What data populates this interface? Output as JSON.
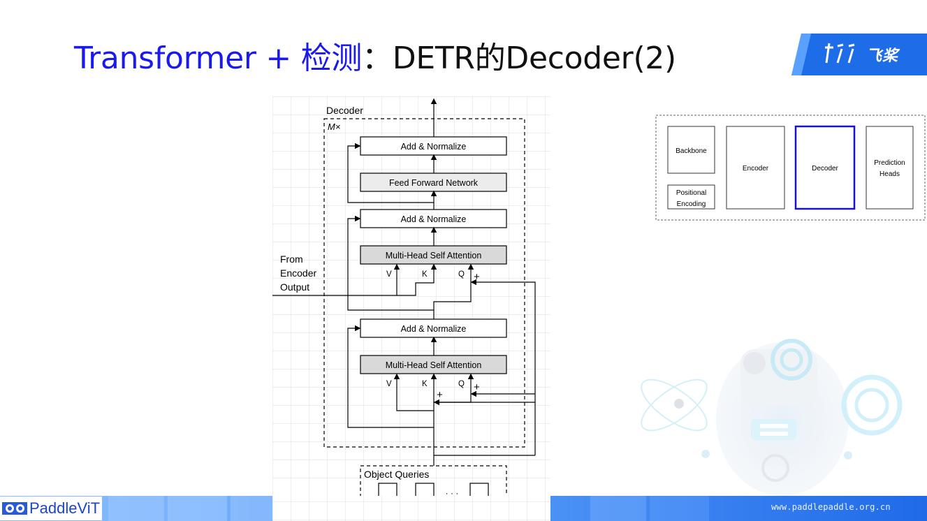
{
  "slide": {
    "title_part1": "Transformer + 检测",
    "title_part2": "：DETR的Decoder(2)"
  },
  "logo": {
    "text": "飞桨"
  },
  "decoder_diagram": {
    "decoder_label": "Decoder",
    "repeat_label": "M×",
    "add_norm_label": "Add & Normalize",
    "ffn_label": "Feed Forward Network",
    "mhsa_label": "Multi-Head Self Attention",
    "v_label": "V",
    "k_label": "K",
    "q_label": "Q",
    "plus_label": "+",
    "from_encoder_line1": "From",
    "from_encoder_line2": "Encoder",
    "from_encoder_line3": "Output",
    "object_queries_label": "Object Queries",
    "ellipsis": "· · ·"
  },
  "pipeline_diagram": {
    "backbone": "Backbone",
    "positional_encoding_line1": "Positional",
    "positional_encoding_line2": "Encoding",
    "encoder": "Encoder",
    "decoder": "Decoder",
    "prediction_line1": "Prediction",
    "prediction_line2": "Heads"
  },
  "footer": {
    "brand": "PaddleViT",
    "url": "www.paddlepaddle.org.cn"
  },
  "colors": {
    "title_blue": "#1a1aee",
    "footer_blue": "#2f7ff0",
    "highlight_border": "#1414d0"
  }
}
